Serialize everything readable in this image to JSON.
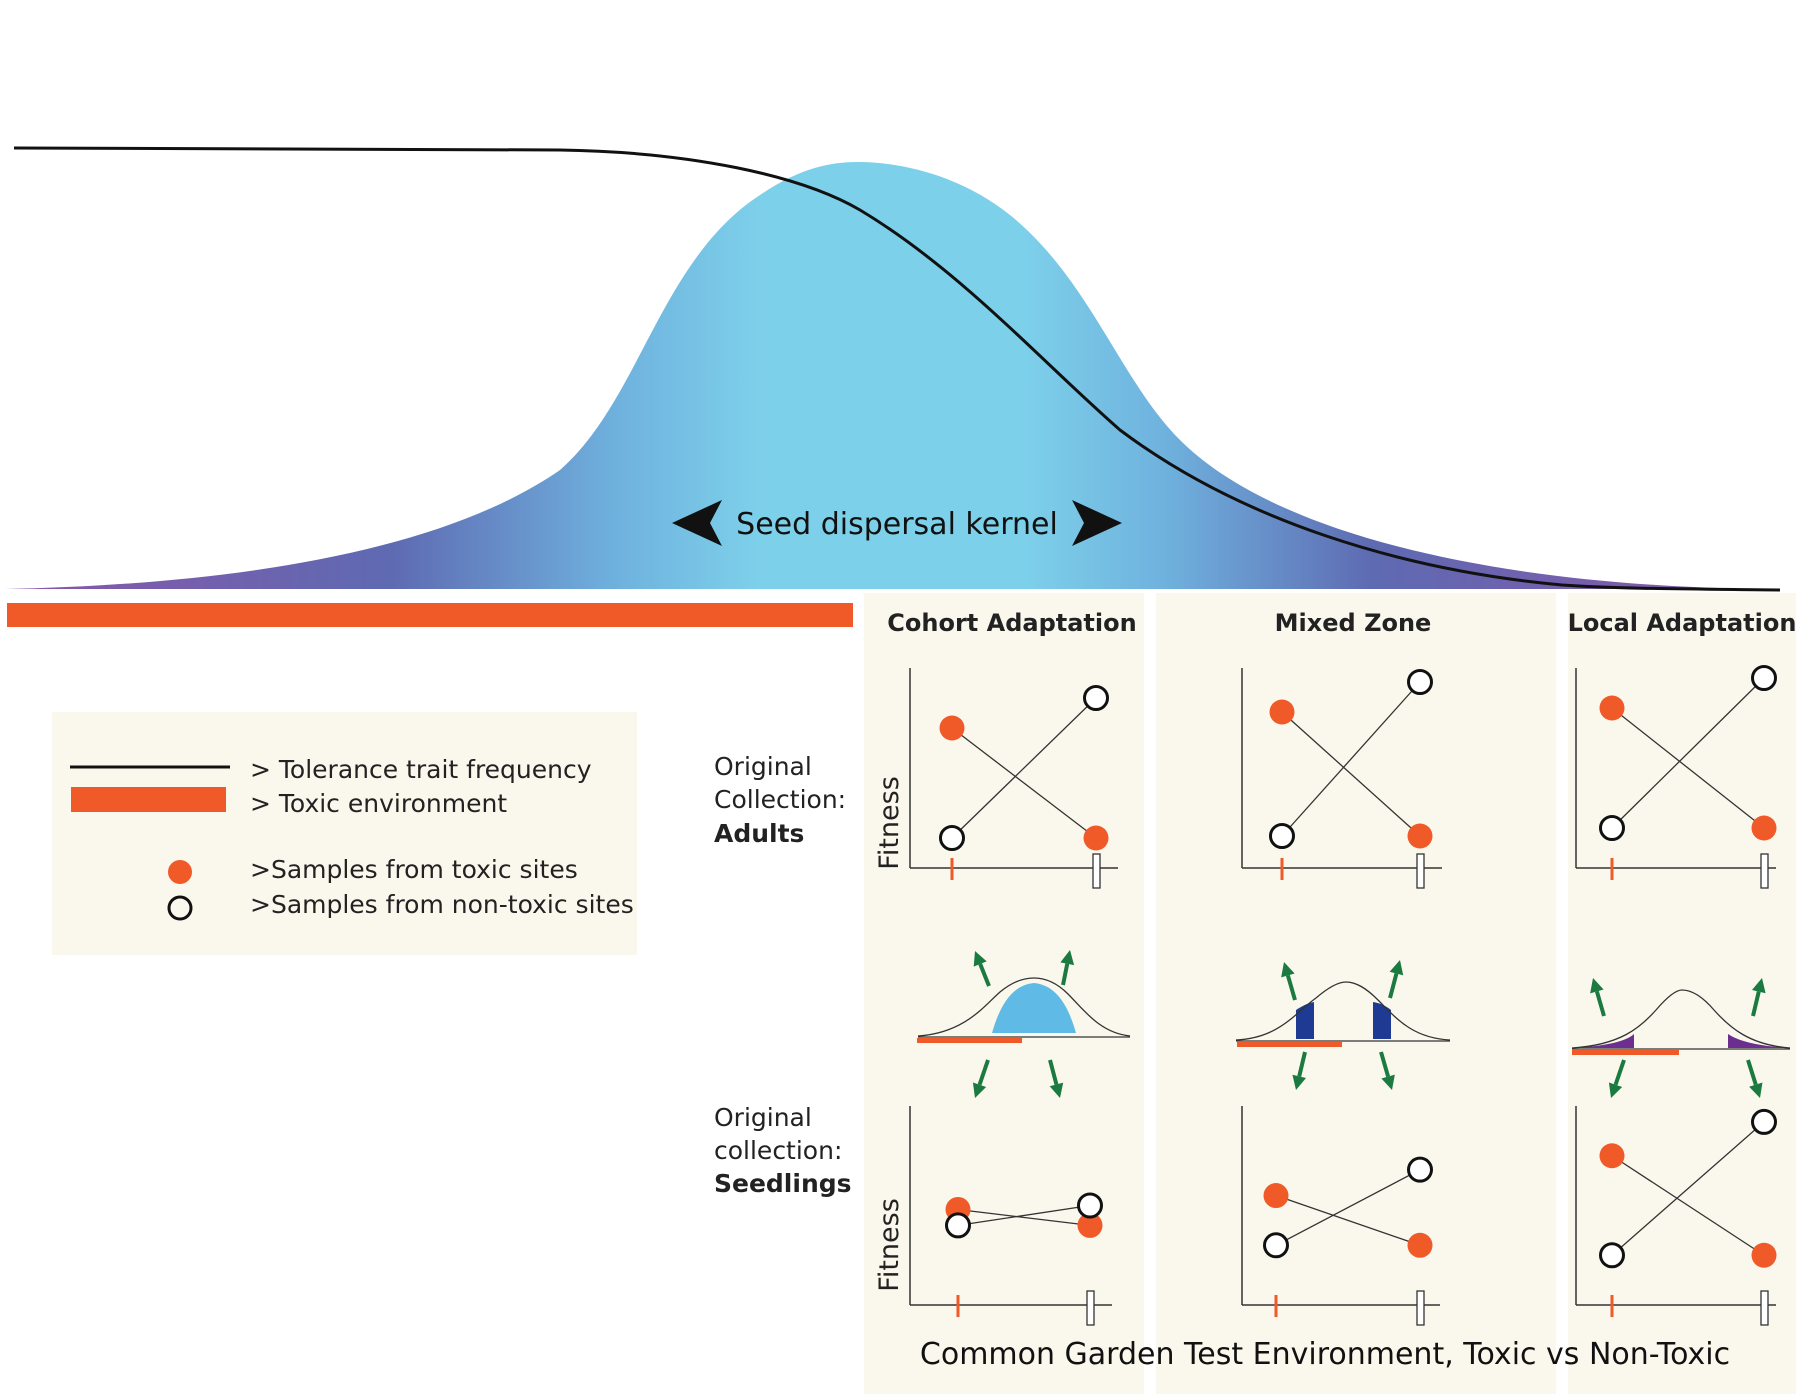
{
  "kernel": {
    "label": "Seed dispersal  kernel"
  },
  "legend": {
    "tolerance_line": "> Tolerance trait frequency",
    "toxic_env": "> Toxic environment",
    "toxic_samples": ">Samples from toxic sites",
    "nontoxic_samples": ">Samples from non-toxic sites"
  },
  "row_labels": {
    "adults": {
      "line1": "Original",
      "line2": "Collection:",
      "line3": "Adults"
    },
    "seedlings": {
      "line1": "Original",
      "line2": "collection:",
      "line3": "Seedlings"
    }
  },
  "axis": {
    "ylabel": "Fitness"
  },
  "columns": [
    {
      "title": "Cohort Adaptation"
    },
    {
      "title": "Mixed Zone"
    },
    {
      "title": "Local Adaptation"
    }
  ],
  "footer": "Common Garden Test Environment, Toxic vs Non-Toxic",
  "colors": {
    "toxic": "#f05a28",
    "panel_bg": "#faf8ed",
    "arrow": "#1b7a3f",
    "kernel_center": "#7dd0ea",
    "kernel_mid": "#5e6ab2",
    "kernel_tail": "#8a55a8",
    "mixed_fill": "#1f3a93",
    "local_fill": "#6d2f8f"
  },
  "chart_data": [
    {
      "type": "line",
      "panel": "Cohort Adaptation / Adults",
      "series": [
        {
          "values": [
            0.7,
            0.15
          ]
        },
        {
          "values": [
            0.15,
            0.85
          ]
        }
      ]
    },
    {
      "type": "line",
      "panel": "Mixed Zone / Adults",
      "series": [
        {
          "values": [
            0.78,
            0.16
          ]
        },
        {
          "values": [
            0.16,
            0.93
          ]
        }
      ]
    },
    {
      "type": "line",
      "panel": "Local Adaptation / Adults",
      "series": [
        {
          "values": [
            0.8,
            0.2
          ]
        },
        {
          "values": [
            0.2,
            0.95
          ]
        }
      ]
    },
    {
      "type": "line",
      "panel": "Cohort Adaptation / Seedlings",
      "series": [
        {
          "values": [
            0.48,
            0.4
          ]
        },
        {
          "values": [
            0.4,
            0.5
          ]
        }
      ]
    },
    {
      "type": "line",
      "panel": "Mixed Zone / Seedlings",
      "series": [
        {
          "values": [
            0.55,
            0.3
          ]
        },
        {
          "values": [
            0.3,
            0.68
          ]
        }
      ]
    },
    {
      "type": "line",
      "panel": "Local Adaptation / Seedlings",
      "series": [
        {
          "values": [
            0.75,
            0.25
          ]
        },
        {
          "values": [
            0.25,
            0.92
          ]
        }
      ]
    }
  ]
}
